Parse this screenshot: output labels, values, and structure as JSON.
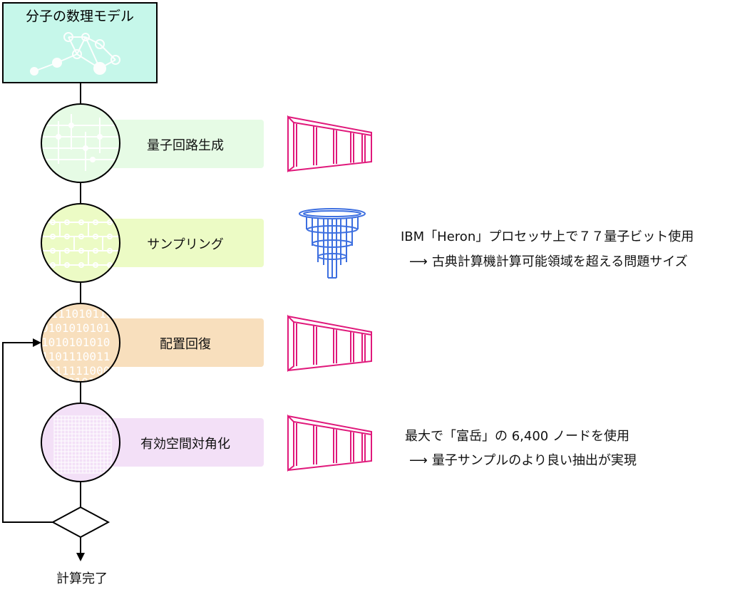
{
  "top_box": {
    "title": "分子の数理モデル"
  },
  "steps": [
    {
      "label": "量子回路生成"
    },
    {
      "label": "サンプリング"
    },
    {
      "label": "配置回復"
    },
    {
      "label": "有効空間対角化"
    }
  ],
  "notes": {
    "sampling_line1": "IBM「Heron」プロセッサ上で７７量子ビット使用",
    "sampling_line2": "古典計算機計算可能領域を超える問題サイズ",
    "diag_line1": "最大で「富岳」の 6,400 ノードを使用",
    "diag_line2": "量子サンプルのより良い抽出が実現",
    "arrow_glyph": "⟶"
  },
  "end_label": "計算完了",
  "icons": {
    "classical": "supercomputer-icon",
    "quantum": "quantum-computer-icon"
  },
  "colors": {
    "top_box_fill": "#c6f7ea",
    "step1_fill": "#e6fbe5",
    "step2_fill": "#ecfbc5",
    "step3_fill": "#f8dfbd",
    "step4_fill": "#f3e0f7",
    "supercomputer": "#e0197b",
    "quantum": "#3d6fe0"
  }
}
